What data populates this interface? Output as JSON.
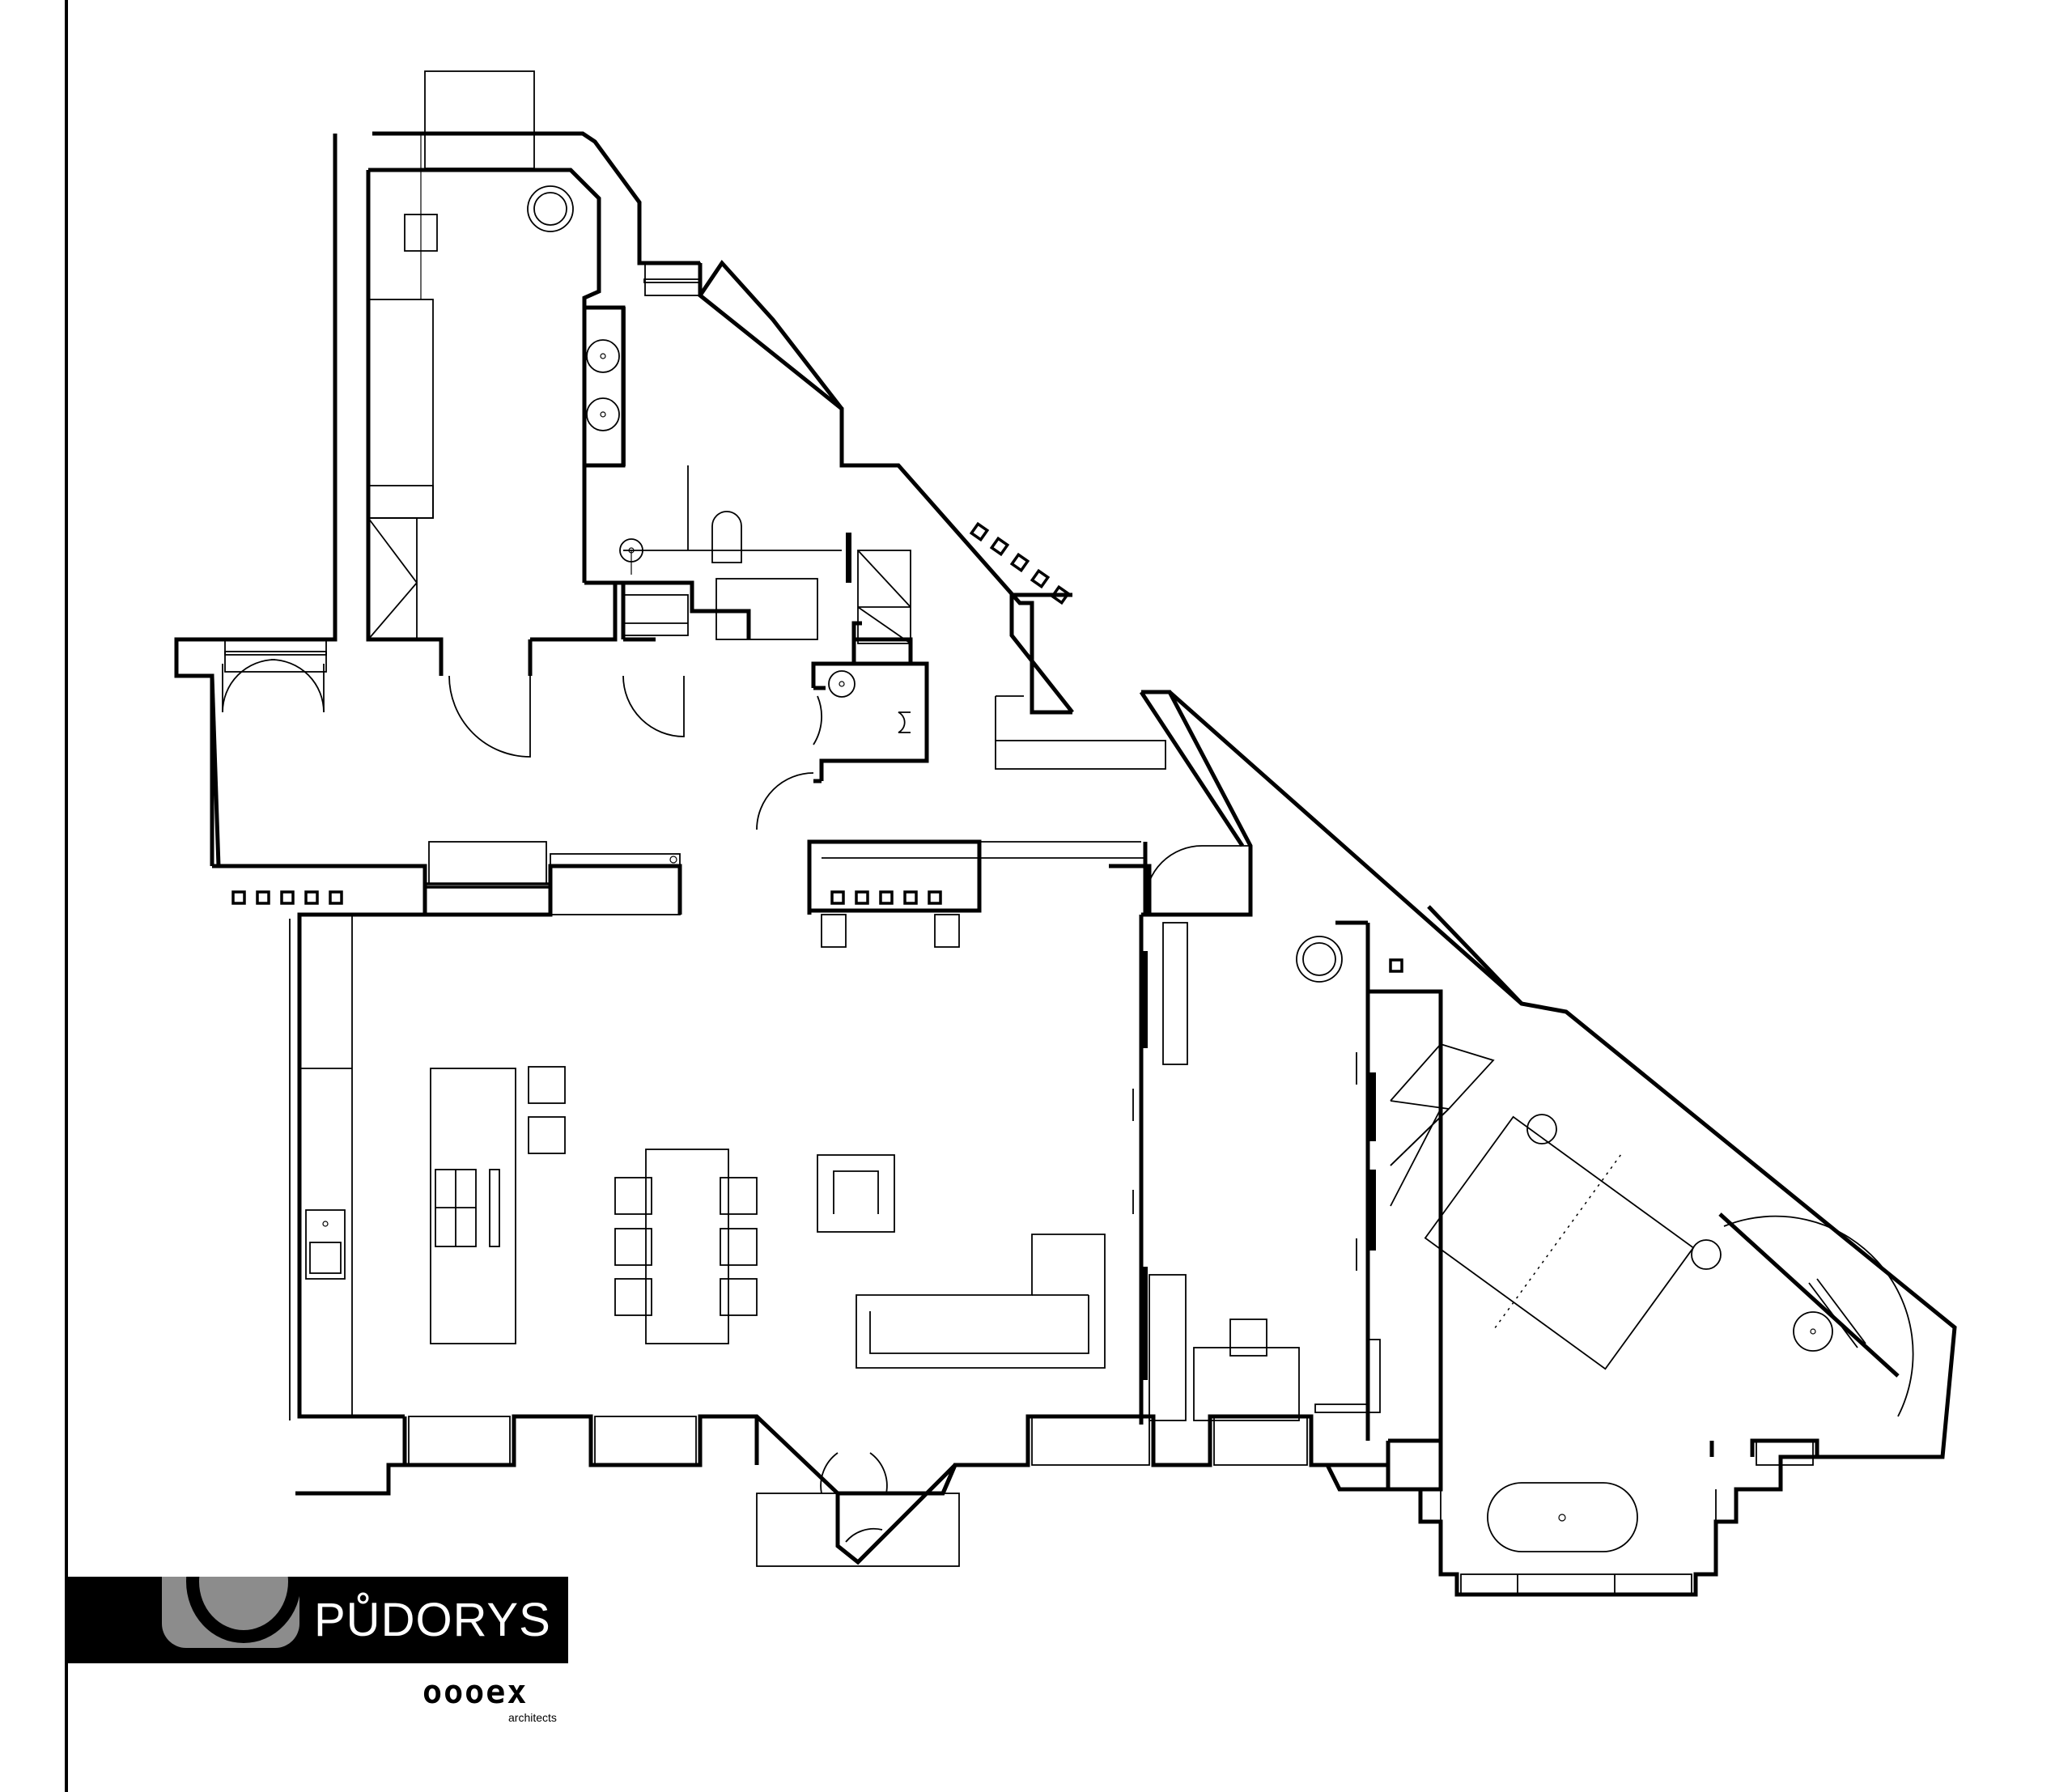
{
  "title": "PŮDORYS",
  "brand": {
    "name": "oooex",
    "tagline": "architects"
  }
}
